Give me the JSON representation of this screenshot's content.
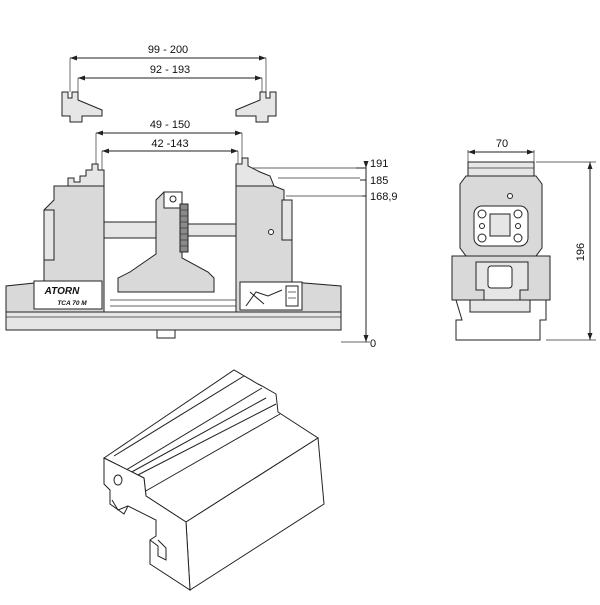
{
  "dimensions": {
    "outer_span": "99 - 200",
    "inner_span": "92 - 193",
    "jaw_outer_span": "49 - 150",
    "jaw_inner_span": "42 -143",
    "height_top": "191",
    "height_mid": "185",
    "height_low": "168,9",
    "height_zero": "0",
    "side_width": "70",
    "side_height": "196"
  },
  "labels": {
    "brand": "ATORN",
    "model": "TCA 70 M"
  }
}
